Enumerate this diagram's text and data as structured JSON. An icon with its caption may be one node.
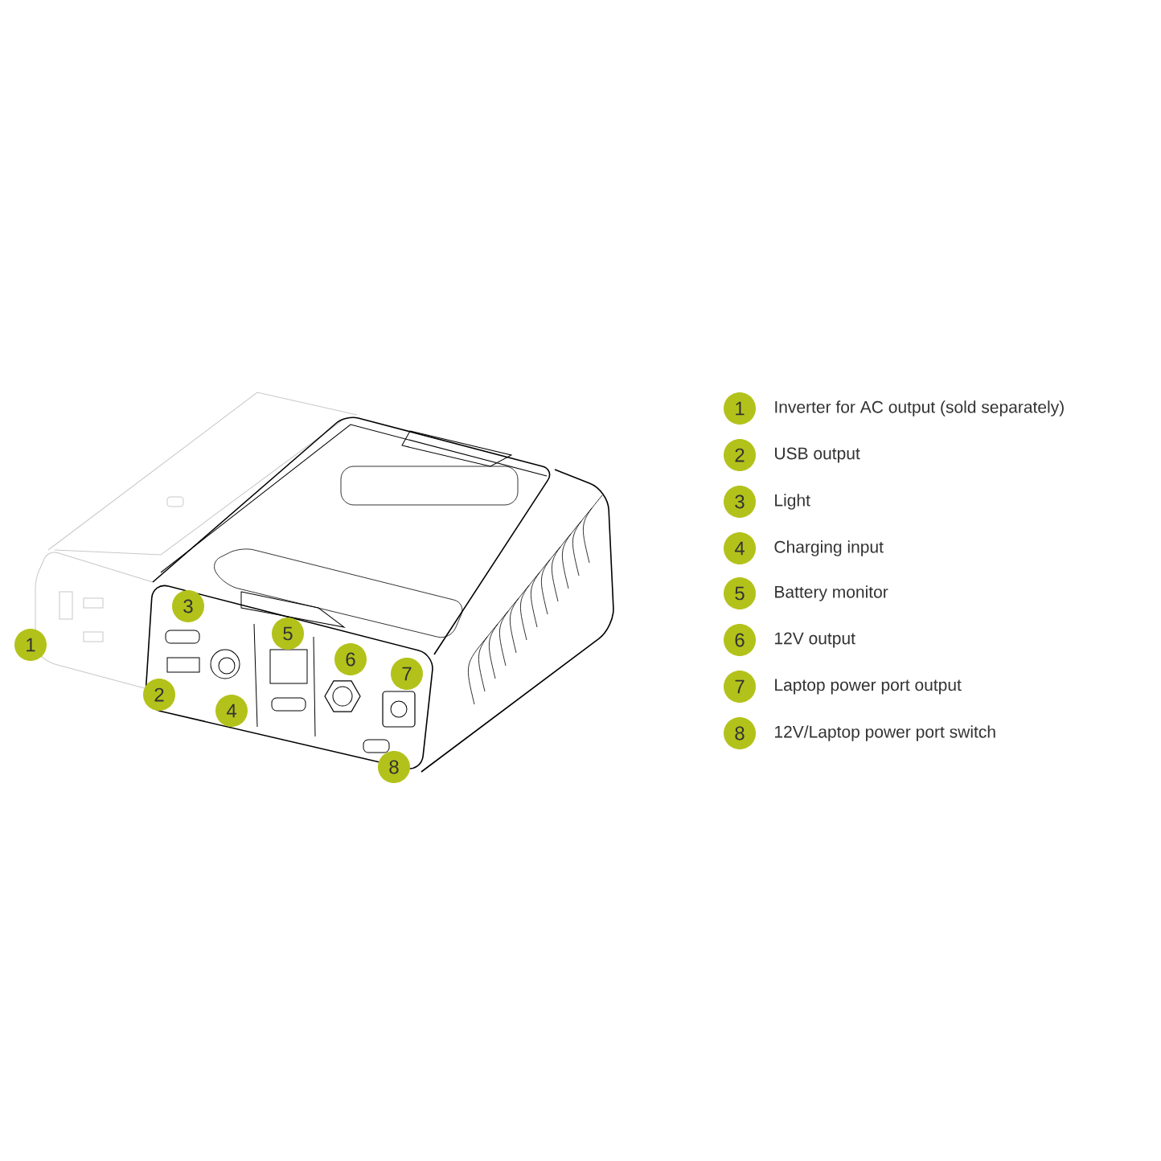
{
  "diagram": {
    "nodes": [
      {
        "text": [
          "1"
        ]
      },
      {
        "text": [
          "2"
        ]
      },
      {
        "text": [
          "3"
        ]
      },
      {
        "text": [
          "4"
        ]
      },
      {
        "text": [
          "5"
        ]
      },
      {
        "text": [
          "6"
        ]
      },
      {
        "text": [
          "7"
        ]
      },
      {
        "text": [
          "8"
        ]
      },
      {
        "text": [
          "1"
        ],
        "beside": [
          "Inverter for AC output (sold separately)"
        ]
      },
      {
        "text": [
          "2"
        ],
        "beside": [
          "USB output"
        ]
      },
      {
        "text": [
          "3"
        ],
        "beside": [
          "Light"
        ]
      },
      {
        "text": [
          "4"
        ],
        "beside": [
          "Charging input"
        ]
      },
      {
        "text": [
          "5"
        ],
        "beside": [
          "Battery monitor"
        ]
      },
      {
        "text": [
          "6"
        ],
        "beside": [
          "12V output"
        ]
      },
      {
        "text": [
          "7"
        ],
        "beside": [
          "Laptop power port  output"
        ]
      },
      {
        "text": [
          "8"
        ],
        "beside": [
          "12V/Laptop power port switch"
        ]
      }
    ]
  }
}
